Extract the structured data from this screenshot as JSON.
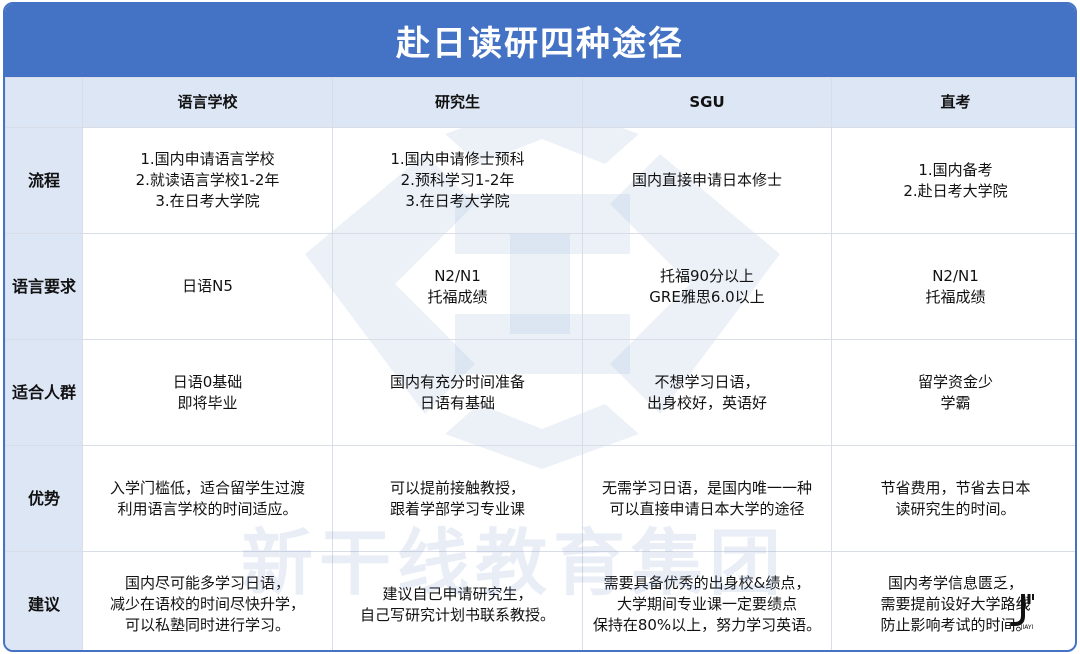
{
  "title": "赴日读研四种途径",
  "columns": [
    "语言学校",
    "研究生",
    "SGU",
    "直考"
  ],
  "rows": [
    {
      "label": "流程",
      "cells": [
        "1.国内申请语言学校\n2.就读语言学校1-2年\n3.在日考大学院",
        "1.国内申请修士预科\n2.预科学习1-2年\n3.在日考大学院",
        "国内直接申请日本修士",
        "1.国内备考\n2.赴日考大学院"
      ]
    },
    {
      "label": "语言要求",
      "cells": [
        "日语N5",
        "N2/N1\n托福成绩",
        "托福90分以上\nGRE雅思6.0以上",
        "N2/N1\n托福成绩"
      ]
    },
    {
      "label": "适合人群",
      "cells": [
        "日语0基础\n即将毕业",
        "国内有充分时间准备\n日语有基础",
        "不想学习日语，\n出身校好，英语好",
        "留学资金少\n学霸"
      ]
    },
    {
      "label": "优势",
      "cells": [
        "入学门槛低，适合留学生过渡\n利用语言学校的时间适应。",
        "可以提前接触教授，\n跟着学部学习专业课",
        "无需学习日语，是国内唯一一种\n可以直接申请日本大学的途径",
        "节省费用，节省去日本\n读研究生的时间。"
      ]
    },
    {
      "label": "建议",
      "cells": [
        "国内尽可能多学习日语，\n减少在语校的时间尽快升学，\n可以私塾同时进行学习。",
        "建议自己申请研究生，\n自己写研究计划书联系教授。",
        "需要具备优秀的出身校&绩点，\n大学期间专业课一定要绩点\n保持在80%以上，努力学习英语。",
        "国内考学信息匮乏，\n需要提前设好大学路线\n防止影响考试的时间。"
      ]
    }
  ],
  "watermark": "新干线教育集团",
  "logo_text": "JIAYI",
  "colors": {
    "title_bg": "#4472c4",
    "header_bg": "#dde6f5",
    "border": "#d9dde8"
  }
}
